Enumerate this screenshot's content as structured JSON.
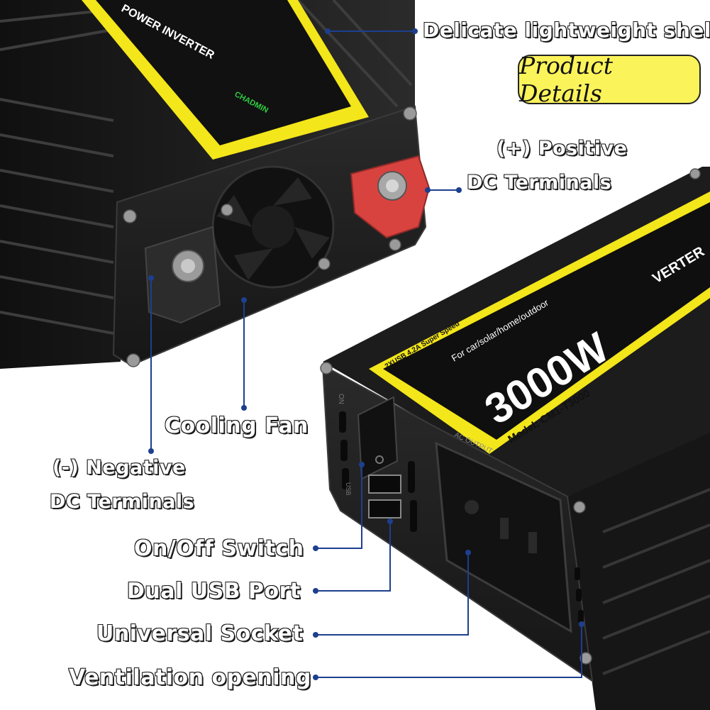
{
  "badge": {
    "label": "Product Details"
  },
  "callouts": {
    "shell": "Delicate lightweight shell",
    "positive_line1": "(+) Positive",
    "positive_line2": "DC Terminals",
    "cooling_fan": "Cooling Fan",
    "negative_line1": "(-) Negative",
    "negative_line2": "DC Terminals",
    "switch": "On/Off Switch",
    "usb": "Dual USB Port",
    "socket": "Universal Socket",
    "vent": "Ventilation opening"
  },
  "label_text": {
    "top_unit": "POWER INVERTER",
    "top_brand": "CHADMIN",
    "wattage": "3000W",
    "model": "Model: CM1-T3000",
    "usage": "For car/solar/home/outdoor",
    "usb_spec": "2XUSB 4.2A Super Speed",
    "side_unit": "VERTER",
    "switch_on": "ON",
    "socket_output": "AC OUTPUT",
    "usb_label": "USB"
  },
  "colors": {
    "accent_yellow": "#f3e61a",
    "leader_blue": "#1d3f8f",
    "body_black": "#1b1b1b",
    "terminal_red": "#d8433f"
  }
}
